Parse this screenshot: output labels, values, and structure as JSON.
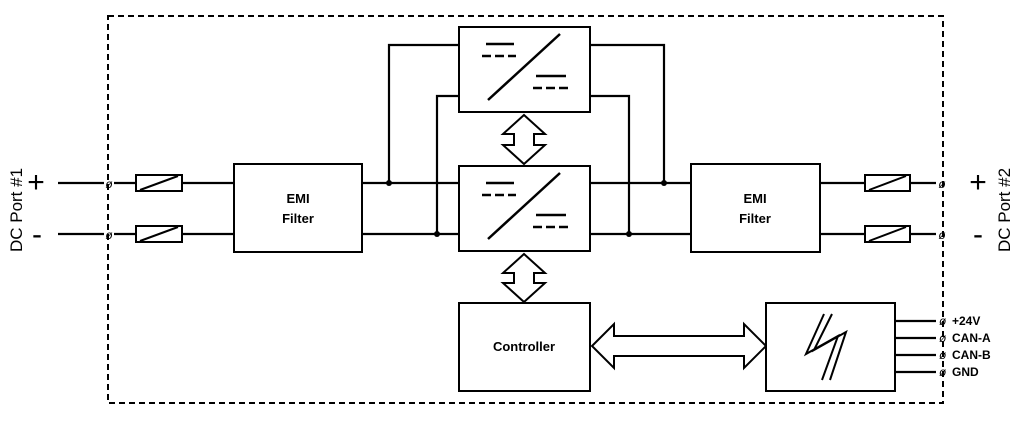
{
  "port1": {
    "title": "DC Port #1",
    "plus": "+",
    "minus": "-"
  },
  "port2": {
    "title": "DC Port #2",
    "plus": "+",
    "minus": "-"
  },
  "emi_filter": {
    "line1": "EMI",
    "line2": "Filter"
  },
  "controller": {
    "label": "Controller"
  },
  "terminal_symbol": "ø",
  "io_pins": [
    "+24V",
    "CAN-A",
    "CAN-B",
    "GND"
  ]
}
